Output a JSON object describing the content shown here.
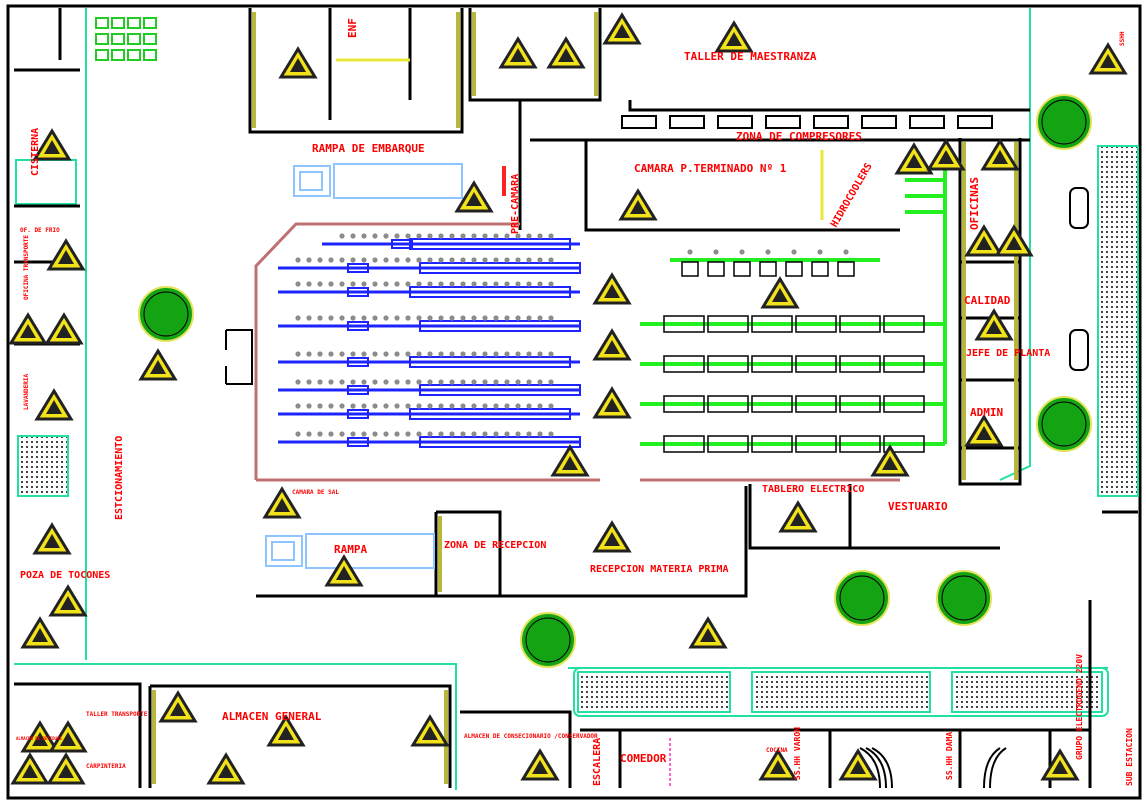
{
  "colors": {
    "wall": "#000000",
    "wall_fill": "#b7b73a",
    "label": "#ff0000",
    "machinery": "#1e24ff",
    "roller": "#8c8c8c",
    "conveyor": "#22ee22",
    "tree": "#13a313",
    "tree_ring": "#e3e35a",
    "sign": "#f2e21a",
    "sign_border": "#000000",
    "boundary": "#22e0a0",
    "truck": "#8ec4ff",
    "hatch": "#444444",
    "line_pink": "#c07070",
    "window_green": "#22cc22",
    "compressor_box": "#000000"
  },
  "labels": {
    "taller_maestranza": "TALLER DE MAESTRANZA",
    "enf": "ENF",
    "rampa_embarque": "RAMPA DE EMBARQUE",
    "zona_compresores": "ZONA DE COMPRESORES",
    "camara_terminado": "CAMARA P.TERMINADO Nº 1",
    "pre_camara": "PRE-CAMARA",
    "hidrocoolers": "HIDROCOOLERS",
    "oficinas": "OFICINAS",
    "cisterna": "CISTERNA",
    "of_de_frio": "OF. DE FRIO",
    "oficina_transporte": "OFICINA TRANSPORTE",
    "lavanderia": "LAVANDERIA",
    "estacionamiento": "ESTCIONAMIENTO",
    "poza_tocones": "POZA DE TOCONES",
    "calidad": "CALIDAD",
    "jefe_planta": "JEFE DE PLANTA",
    "admin": "ADMIN",
    "tablero_electrico": "TABLERO ELECTRICO",
    "vestuario": "VESTUARIO",
    "rampa": "RAMPA",
    "zona_recepcion": "ZONA DE RECEPCION",
    "recepcion_materia_prima": "RECEPCION MATERIA PRIMA",
    "camara_de_sal": "CAMARA DE SAL",
    "almacen_general": "ALMACEN GENERAL",
    "taller_transporte": "TALLER TRANSPORTE",
    "carpinteria": "CARPINTERIA",
    "almacen_consecionario": "ALMACEN DE CONSECIONARIO /CONSERVADOR",
    "escalera": "ESCALERA",
    "comedor": "COMEDOR",
    "cocina": "COCINA",
    "sshh_varon": "SS.HH VARON",
    "sshh_dama": "SS.HH DAMA",
    "grupo_electrogeno": "GRUPO ELECTROGENO 220V",
    "sub_estacion": "SUB ESTACION",
    "almacen_residuos": "ALMACEN DE RESIDUOS",
    "top_right_room": "SSHH"
  }
}
